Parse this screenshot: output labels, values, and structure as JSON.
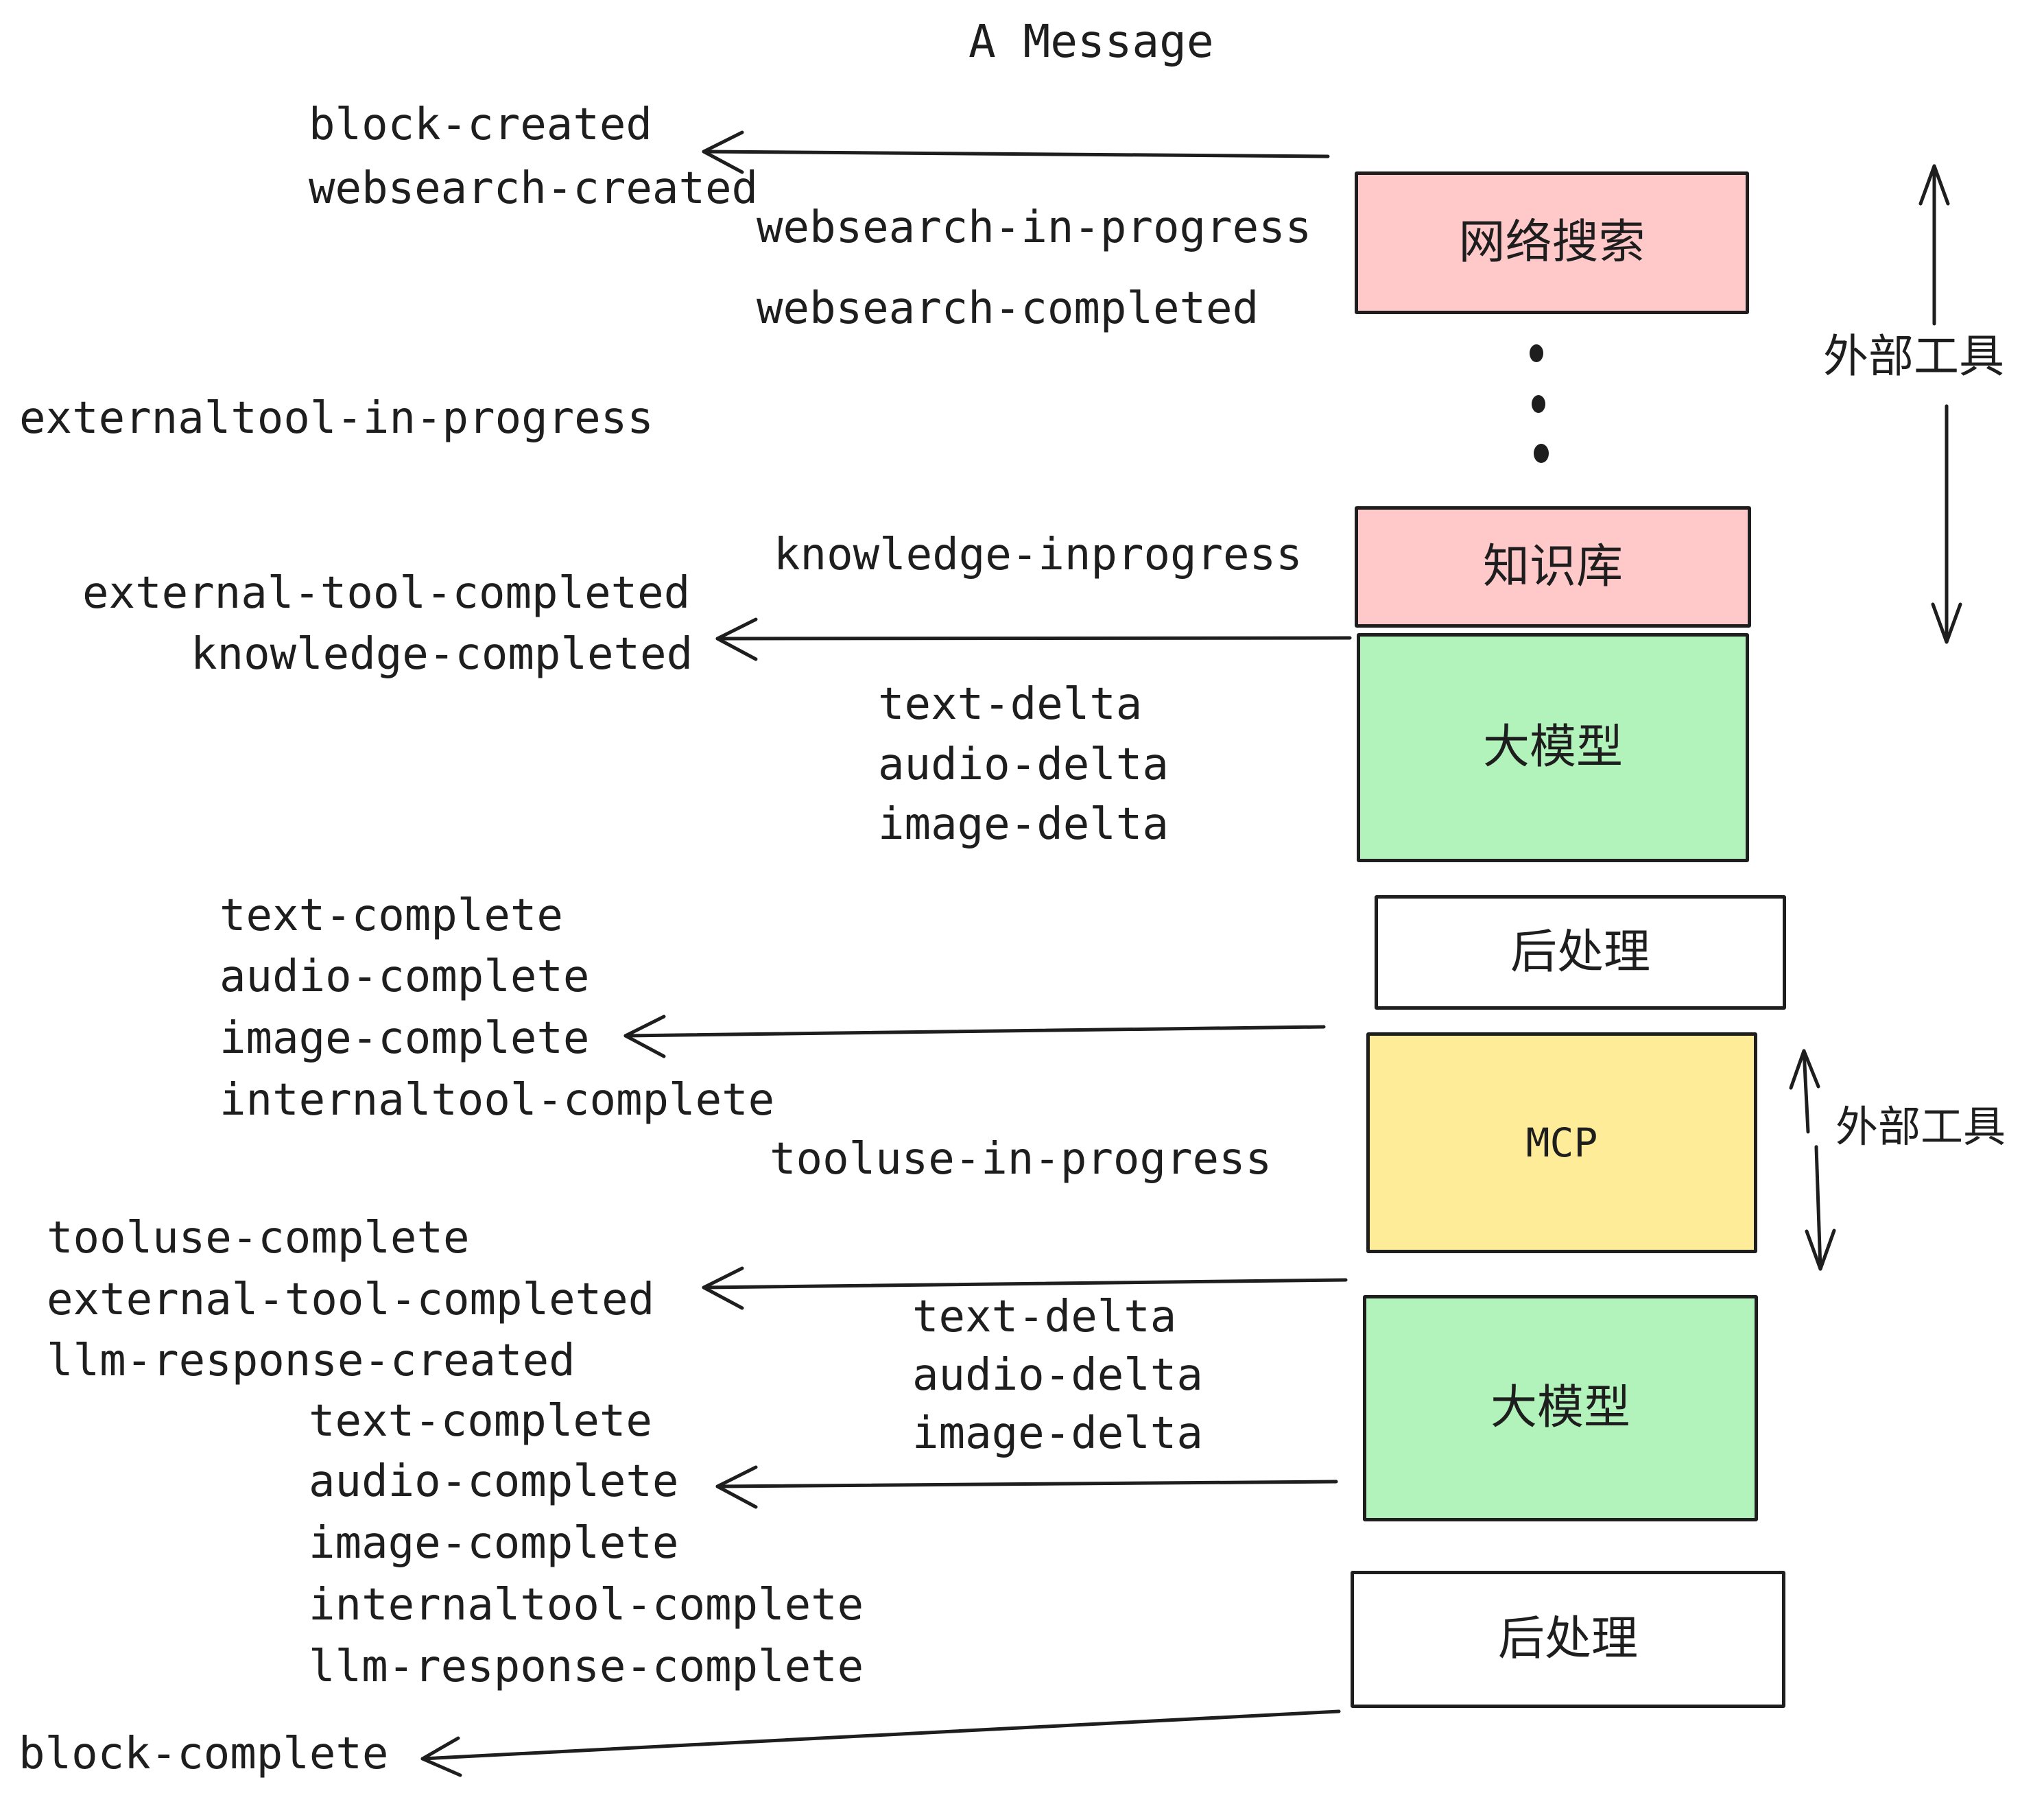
{
  "title": "A Message",
  "palette": {
    "box_pink": "#ffc9c9",
    "box_green": "#b2f2bb",
    "box_yellow": "#ffec99",
    "box_white": "#ffffff",
    "ink": "#1e1e1e"
  },
  "boxes": {
    "websearch": {
      "label": "网络搜索"
    },
    "knowledge": {
      "label": "知识库"
    },
    "llm1": {
      "label": "大模型"
    },
    "post1": {
      "label": "后处理"
    },
    "mcp": {
      "label": "MCP"
    },
    "llm2": {
      "label": "大模型"
    },
    "post2": {
      "label": "后处理"
    }
  },
  "annotations": {
    "external_tools_top": "外部工具",
    "external_tools_mcp": "外部工具"
  },
  "events": [
    {
      "text": "block-created"
    },
    {
      "text": "websearch-created"
    },
    {
      "text": "websearch-in-progress"
    },
    {
      "text": "websearch-completed"
    },
    {
      "text": "externaltool-in-progress"
    },
    {
      "text": "knowledge-inprogress"
    },
    {
      "text": "external-tool-completed"
    },
    {
      "text": "knowledge-completed"
    },
    {
      "text": "text-delta"
    },
    {
      "text": "audio-delta"
    },
    {
      "text": "image-delta"
    },
    {
      "text": "text-complete"
    },
    {
      "text": "audio-complete"
    },
    {
      "text": "image-complete"
    },
    {
      "text": "internaltool-complete"
    },
    {
      "text": "tooluse-in-progress"
    },
    {
      "text": "tooluse-complete"
    },
    {
      "text": "external-tool-completed"
    },
    {
      "text": "llm-response-created"
    },
    {
      "text": "text-complete"
    },
    {
      "text": "text-delta"
    },
    {
      "text": "audio-delta"
    },
    {
      "text": "image-delta"
    },
    {
      "text": "audio-complete"
    },
    {
      "text": "image-complete"
    },
    {
      "text": "internaltool-complete"
    },
    {
      "text": "llm-response-complete"
    },
    {
      "text": "block-complete"
    }
  ]
}
